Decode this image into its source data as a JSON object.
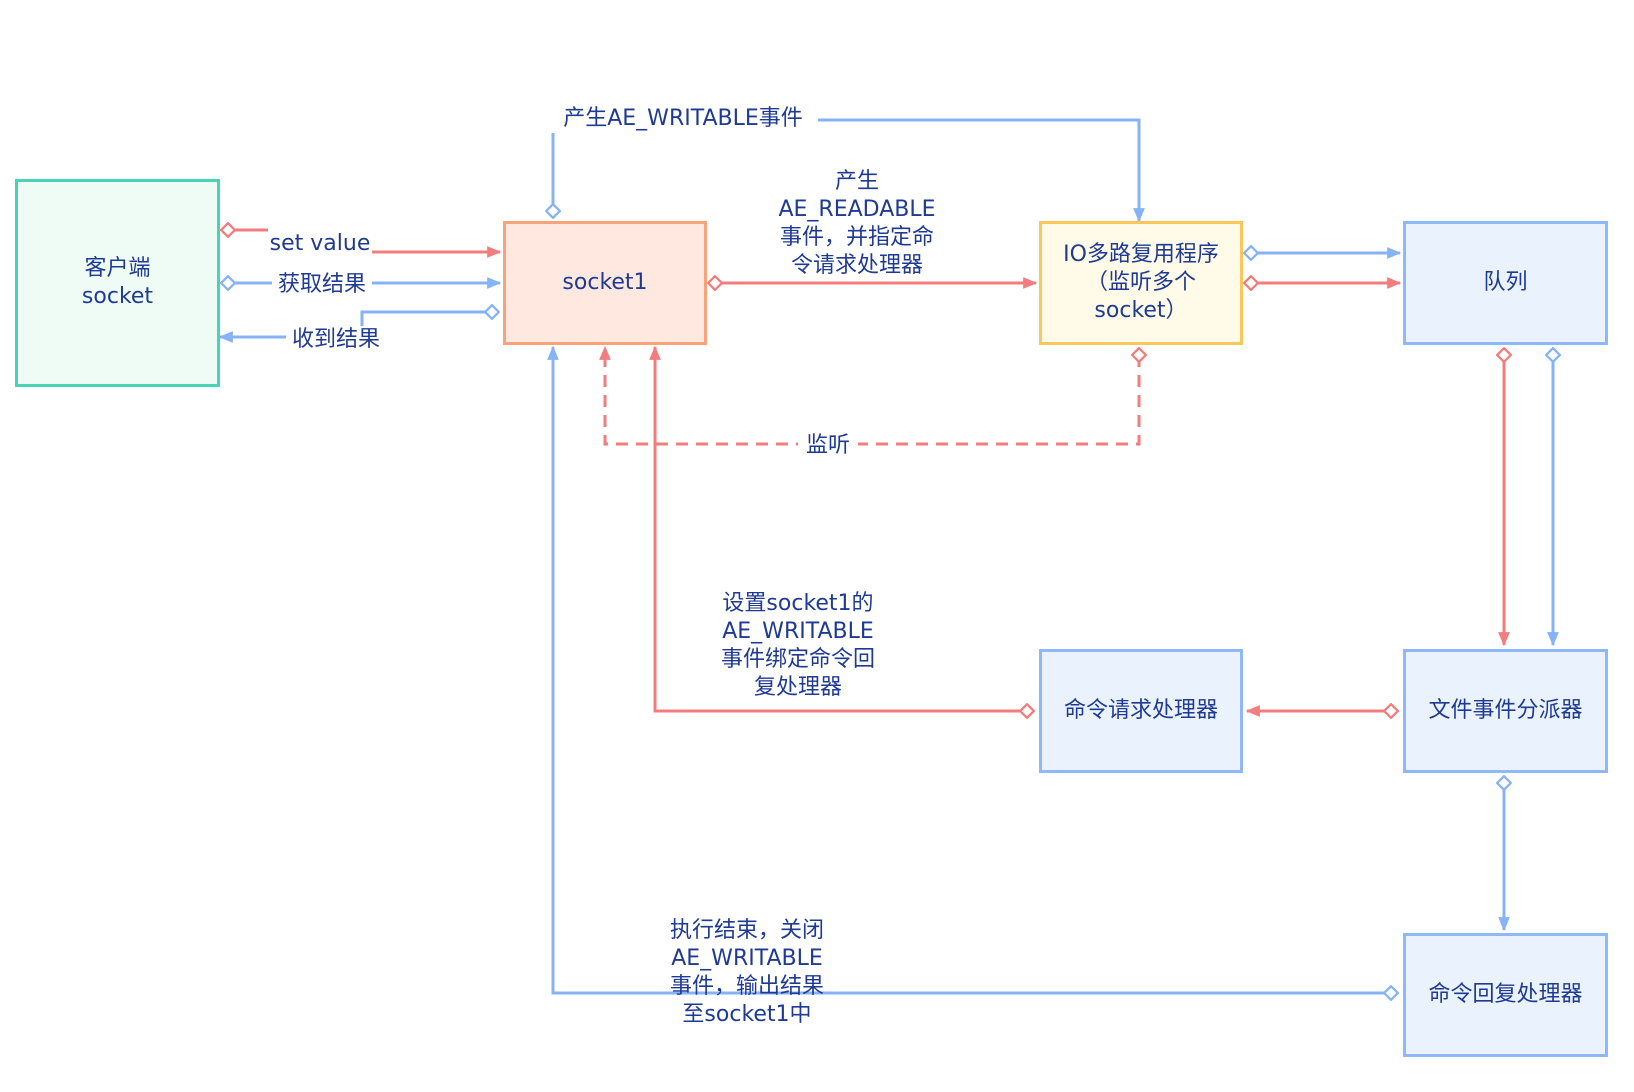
{
  "colors": {
    "red_edge": "#f47c7c",
    "blue_edge": "#85b3f6",
    "text": "#1f3a93",
    "client_border": "#47d5b6",
    "socket_border": "#f9a37a",
    "io_border": "#fbc75a",
    "module_border": "#8fb8f8"
  },
  "nodes": {
    "client": "客户端\nsocket",
    "socket1": "socket1",
    "io_multiplexer": "IO多路复用程序\n（监听多个\nsocket）",
    "queue": "队列",
    "dispatcher": "文件事件分派器",
    "request_handler": "命令请求处理器",
    "reply_handler": "命令回复处理器"
  },
  "edge_labels": {
    "set_value": "set value",
    "get_result": "获取结果",
    "receive_result": "收到结果",
    "ae_writable": "产生AE_WRITABLE事件",
    "ae_readable": "产生\nAE_READABLE\n事件，并指定命\n令请求处理器",
    "listen": "监听",
    "bind_reply": "设置socket1的\nAE_WRITABLE\n事件绑定命令回\n复处理器",
    "close_output": "执行结束，关闭\nAE_WRITABLE\n事件，输出结果\n至socket1中"
  }
}
